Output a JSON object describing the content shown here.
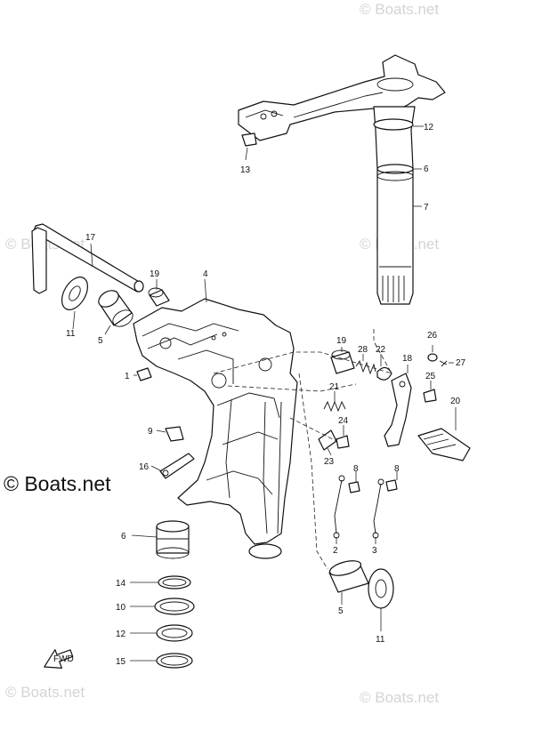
{
  "watermarks": {
    "corner": "© Boats.net",
    "main": "© Boats.net"
  },
  "callouts": {
    "c1": "1",
    "c2": "2",
    "c3": "3",
    "c4": "4",
    "c5a": "5",
    "c5b": "5",
    "c6a": "6",
    "c6b": "6",
    "c7": "7",
    "c8a": "8",
    "c8b": "8",
    "c9": "9",
    "c10": "10",
    "c11a": "11",
    "c11b": "11",
    "c12a": "12",
    "c12b": "12",
    "c13": "13",
    "c14": "14",
    "c15": "15",
    "c16": "16",
    "c17": "17",
    "c18": "18",
    "c19a": "19",
    "c19b": "19",
    "c20": "20",
    "c21": "21",
    "c22": "22",
    "c23": "23",
    "c24": "24",
    "c25": "25",
    "c26": "26",
    "c27": "27",
    "c28": "28"
  },
  "fwd_label": "FWD"
}
